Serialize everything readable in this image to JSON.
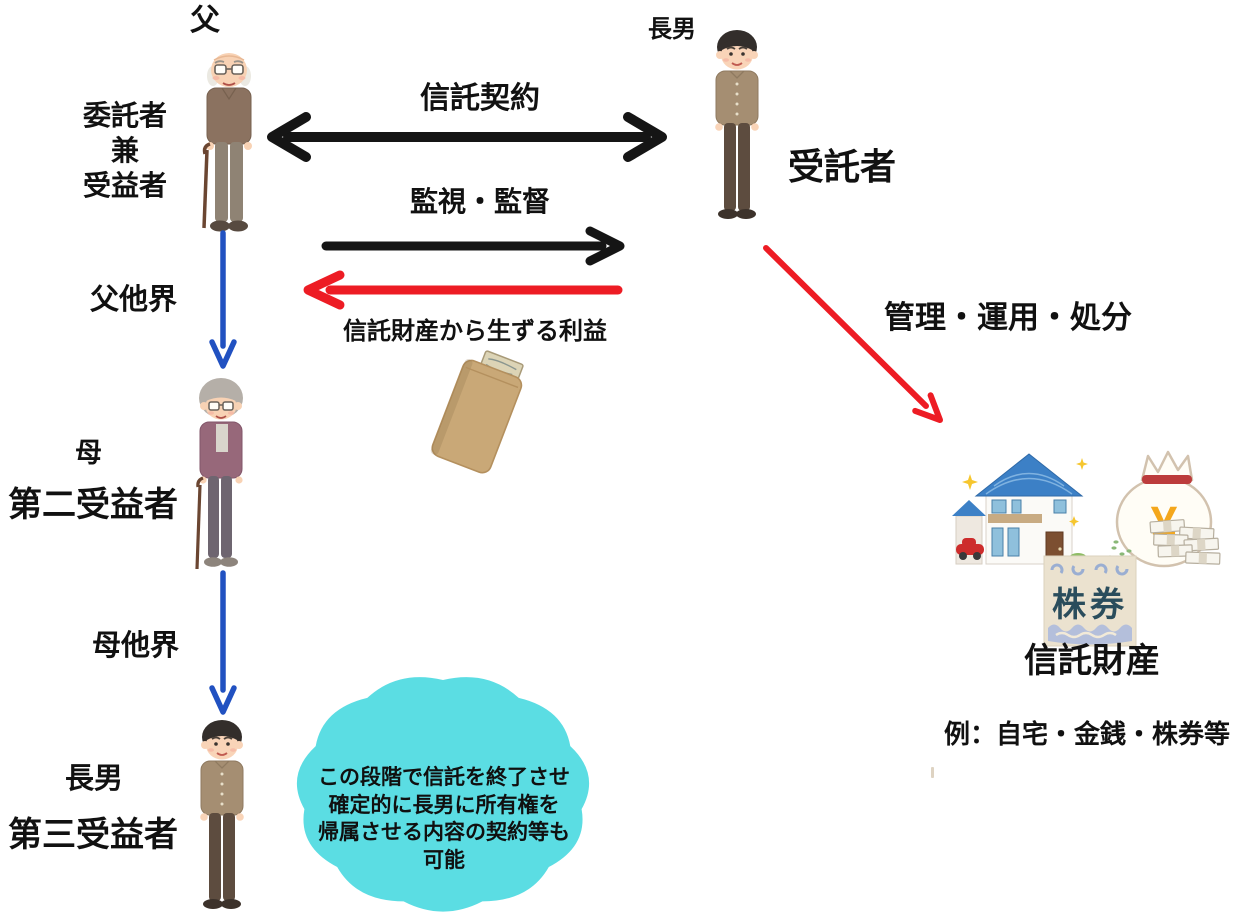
{
  "diagram": {
    "settlor_name": "父",
    "settlor_roles": [
      "委託者",
      "兼",
      "受益者"
    ],
    "trust_contract": "信託契約",
    "supervision": "監視・監督",
    "profit_label": "信託財産から生ずる利益",
    "trustee_name": "長男",
    "trustee_role": "受託者",
    "management": "管理・運用・処分",
    "father_passing": "父他界",
    "mother_name": "母",
    "second_beneficiary": "第二受益者",
    "mother_passing": "母他界",
    "son_name": "長男",
    "third_beneficiary": "第三受益者",
    "trust_property": "信託財産",
    "property_examples": "例：自宅・金銭・株券等",
    "stock_label": "株券",
    "yen_mark": "¥",
    "note_lines": [
      "この段階で信託を終了させ",
      "確定的に長男に所有権を",
      "帰属させる内容の契約等も",
      "可能"
    ]
  },
  "colors": {
    "arrow_black": "#151515",
    "arrow_red": "#ed1c24",
    "arrow_blue": "#2151c1",
    "note_bubble": "#5bdde3",
    "text": "#111111"
  },
  "illustrations": {
    "settlor": "elderly-father-with-cane-figure",
    "trustee": "adult-eldest-son-figure",
    "second_beneficiary": "elderly-mother-with-cane-figure",
    "third_beneficiary": "adult-eldest-son-figure",
    "profit": "pay-envelope-with-cash",
    "property": [
      "house",
      "money-bag-yen",
      "cash-stack",
      "stock-certificates-box"
    ]
  }
}
